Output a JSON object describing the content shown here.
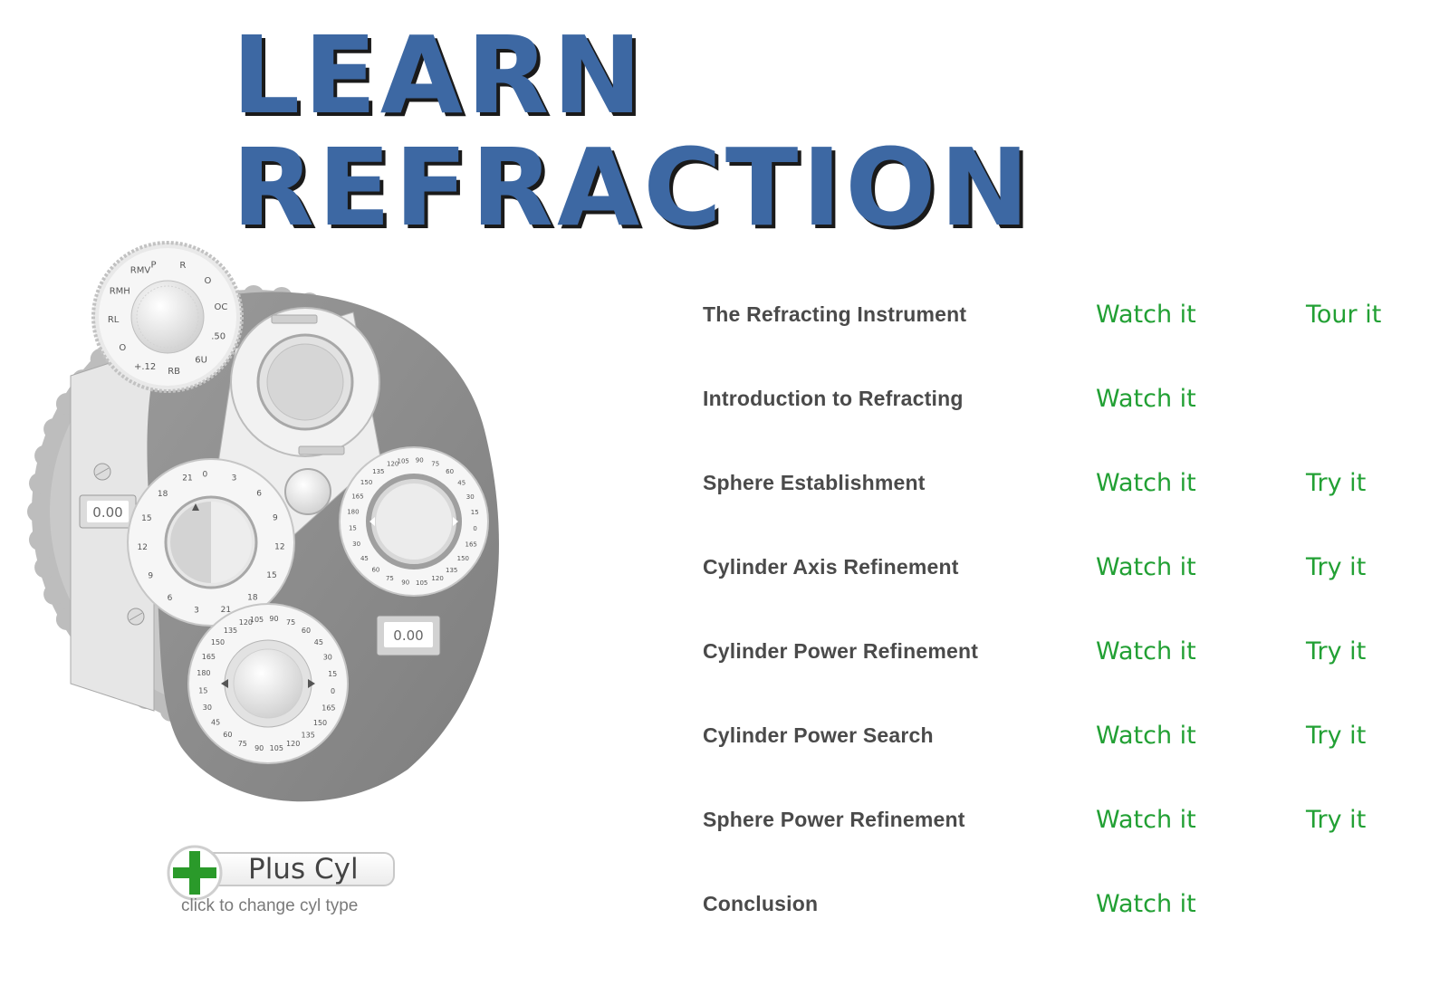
{
  "header": {
    "title": "LEARN REFRACTION"
  },
  "instrument": {
    "sphere_readout": "0.00",
    "cyl_readout": "0.00",
    "aux_dial_labels": [
      "P",
      "R",
      "O",
      "OC",
      ".50",
      "6U",
      "RB",
      "+.12",
      "O",
      "RL",
      "RMH",
      "RMV"
    ],
    "sphere_dial_labels": [
      "0",
      "3",
      "6",
      "9",
      "12",
      "15",
      "18",
      "21",
      "3",
      "6",
      "9",
      "12",
      "15",
      "18",
      "21"
    ],
    "axis_dial_labels": [
      "105",
      "90",
      "75",
      "60",
      "45",
      "30",
      "15",
      "0",
      "165",
      "150",
      "135",
      "120",
      "105",
      "90",
      "75",
      "60",
      "45",
      "30",
      "15",
      "180",
      "165",
      "150",
      "135",
      "120"
    ],
    "colors": {
      "body": "#8e8e8e",
      "gear": "#b9b9b9",
      "dial": "#f4f4f4"
    }
  },
  "cyl_toggle": {
    "label": "Plus Cyl",
    "hint": "click to change cyl type",
    "icon": "plus-icon",
    "color": "#2a9a2a"
  },
  "lessons": [
    {
      "name": "The Refracting Instrument",
      "watch": "Watch it",
      "try": "Tour it"
    },
    {
      "name": "Introduction to Refracting",
      "watch": "Watch it",
      "try": ""
    },
    {
      "name": "Sphere Establishment",
      "watch": "Watch it",
      "try": "Try it"
    },
    {
      "name": "Cylinder Axis Refinement",
      "watch": "Watch it",
      "try": "Try it"
    },
    {
      "name": "Cylinder Power Refinement",
      "watch": "Watch it",
      "try": "Try it"
    },
    {
      "name": "Cylinder Power Search",
      "watch": "Watch it",
      "try": "Try it"
    },
    {
      "name": "Sphere Power Refinement",
      "watch": "Watch it",
      "try": "Try it"
    },
    {
      "name": "Conclusion",
      "watch": "Watch it",
      "try": ""
    }
  ],
  "colors": {
    "title": "#3d68a3",
    "link": "#22a034",
    "text": "#4a4a4a"
  }
}
